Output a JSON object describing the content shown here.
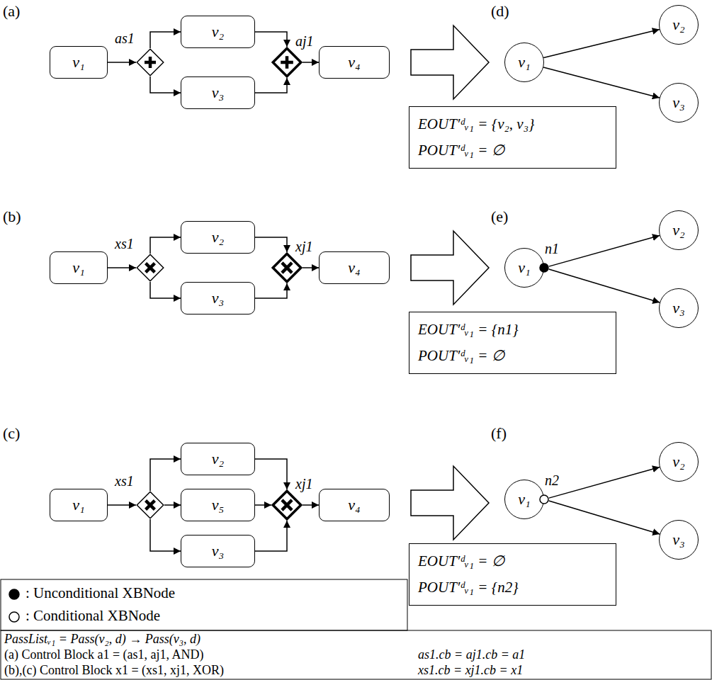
{
  "diagram": {
    "nodes": [
      {
        "text": [
          "v₁"
        ]
      },
      {
        "text": [
          "as1"
        ]
      },
      {
        "text": [
          "v₂"
        ]
      },
      {
        "text": [
          "v₃"
        ]
      },
      {
        "text": [
          "aj1"
        ]
      },
      {
        "text": [
          "v₄"
        ]
      },
      {
        "text": [
          "v₁"
        ]
      },
      {
        "text": [
          "xs1"
        ]
      },
      {
        "text": [
          "v₂"
        ]
      },
      {
        "text": [
          "v₃"
        ]
      },
      {
        "text": [
          "xj1"
        ]
      },
      {
        "text": [
          "v₄"
        ]
      },
      {
        "text": [
          "v₁"
        ]
      },
      {
        "text": [
          "xs1"
        ]
      },
      {
        "text": [
          "v₂"
        ]
      },
      {
        "text": [
          "v₅"
        ]
      },
      {
        "text": [
          "v₃"
        ]
      },
      {
        "text": [
          "xj1"
        ]
      },
      {
        "text": [
          "v₄"
        ]
      },
      {
        "text": [
          "v₁"
        ]
      },
      {
        "text": [
          "v₂"
        ]
      },
      {
        "text": [
          "v₃"
        ]
      },
      {
        "text": [
          "EOUT′ᵈᵥ₁ = {v₂, v₃}",
          "POUT′ᵈᵥ₁ = ∅"
        ]
      },
      {
        "text": [
          "v₁"
        ]
      },
      {
        "text": [
          "n1"
        ]
      },
      {
        "text": [
          "v₂"
        ]
      },
      {
        "text": [
          "v₃"
        ]
      },
      {
        "text": [
          "EOUT′ᵈᵥ₁ = {n1}",
          "POUT′ᵈᵥ₁ = ∅"
        ]
      },
      {
        "text": [
          "v₁"
        ]
      },
      {
        "text": [
          "n2"
        ]
      },
      {
        "text": [
          "v₂"
        ]
      },
      {
        "text": [
          "v₃"
        ]
      },
      {
        "text": [
          "EOUT′ᵈᵥ₁ = ∅",
          "POUT′ᵈᵥ₁ = {n2}"
        ]
      }
    ],
    "edges": [
      {
        "from": 0,
        "to": 1,
        "arrow": "to"
      },
      {
        "from": 1,
        "to": 2,
        "arrow": "to"
      },
      {
        "from": 1,
        "to": 3,
        "arrow": "to"
      },
      {
        "from": 2,
        "to": 4,
        "arrow": "to"
      },
      {
        "from": 3,
        "to": 4,
        "arrow": "to"
      },
      {
        "from": 4,
        "to": 5,
        "arrow": "to"
      },
      {
        "from": 6,
        "to": 7,
        "arrow": "to"
      },
      {
        "from": 7,
        "to": 8,
        "arrow": "to"
      },
      {
        "from": 7,
        "to": 9,
        "arrow": "to"
      },
      {
        "from": 8,
        "to": 10,
        "arrow": "to"
      },
      {
        "from": 9,
        "to": 10,
        "arrow": "to"
      },
      {
        "from": 10,
        "to": 11,
        "arrow": "to"
      },
      {
        "from": 12,
        "to": 13,
        "arrow": "to"
      },
      {
        "from": 13,
        "to": 14,
        "arrow": "to"
      },
      {
        "from": 13,
        "to": 15,
        "arrow": "to"
      },
      {
        "from": 13,
        "to": 16,
        "arrow": "to"
      },
      {
        "from": 14,
        "to": 17,
        "arrow": "to"
      },
      {
        "from": 15,
        "to": 17,
        "arrow": "to"
      },
      {
        "from": 16,
        "to": 17,
        "arrow": "to"
      },
      {
        "from": 17,
        "to": 18,
        "arrow": "to"
      },
      {
        "from": 19,
        "to": 20,
        "arrow": "to"
      },
      {
        "from": 19,
        "to": 21,
        "arrow": "to"
      },
      {
        "from": 24,
        "to": 25,
        "arrow": "to"
      },
      {
        "from": 24,
        "to": 26,
        "arrow": "to"
      },
      {
        "from": 29,
        "to": 30,
        "arrow": "to"
      },
      {
        "from": 29,
        "to": 31,
        "arrow": "to"
      }
    ],
    "labels": [
      "(a)",
      "(b)",
      "(c)",
      "(d)",
      "(e)",
      "(f)",
      "PassListᵥ₁ = Pass(v₂, d) → Pass(v₃, d)",
      "(a) Control Block a1 = (as1, aj1, AND)",
      "as1.cb = aj1.cb = a1",
      "(b),(c) Control Block x1 = (xs1, xj1, XOR)",
      "xs1.cb = xj1.cb = x1"
    ],
    "legend": [
      {
        "text": ": Unconditional XBNode"
      },
      {
        "text": ": Conditional XBNode"
      }
    ]
  }
}
